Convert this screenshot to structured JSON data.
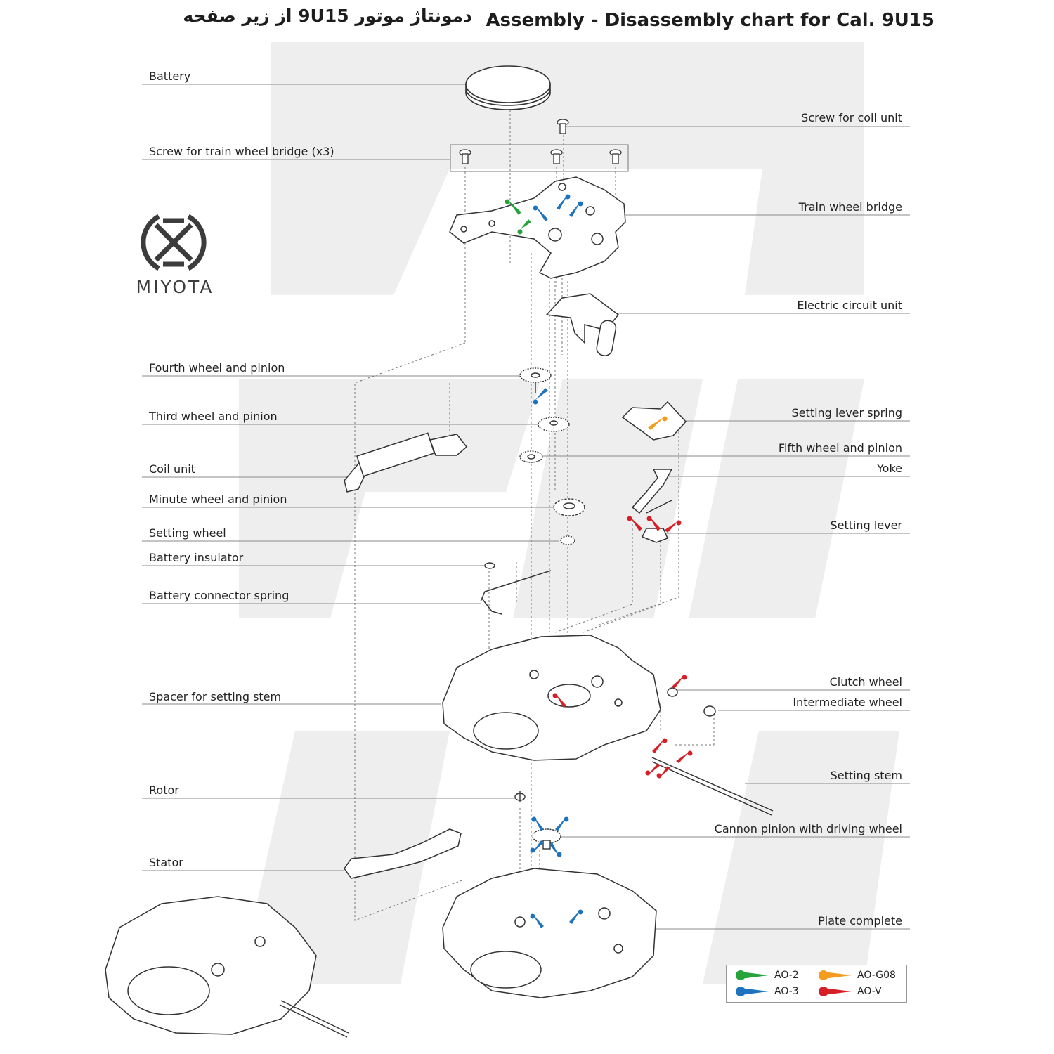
{
  "title_en": "Assembly - Disassembly chart for Cal. 9U15",
  "title_fa": "دمونتاژ موتور 9U15  از زیر صفحه",
  "logo": {
    "text": "MIYOTA",
    "icon": "miyota-logo-icon"
  },
  "labels_left": [
    "Battery",
    "Screw for train wheel bridge (x3)",
    "Fourth wheel and pinion",
    "Third wheel and pinion",
    "Coil unit",
    "Minute wheel and pinion",
    "Setting wheel",
    "Battery insulator",
    "Battery connector spring",
    "Spacer for setting stem",
    "Rotor",
    "Stator"
  ],
  "labels_right": [
    "Screw for coil unit",
    "Train wheel bridge",
    "Electric circuit unit",
    "Setting lever spring",
    "Fifth wheel and pinion",
    "Yoke",
    "Setting lever",
    "Clutch wheel",
    "Intermediate wheel",
    "Setting stem",
    "Cannon pinion with driving wheel",
    "Plate complete"
  ],
  "legend": [
    {
      "label": "AO-2",
      "color": "#27a33b",
      "icon": "oil-dropper-green-icon"
    },
    {
      "label": "AO-G08",
      "color": "#f39c1e",
      "icon": "oil-dropper-orange-icon"
    },
    {
      "label": "AO-3",
      "color": "#1e73be",
      "icon": "oil-dropper-blue-icon"
    },
    {
      "label": "AO-V",
      "color": "#d62027",
      "icon": "oil-dropper-red-icon"
    }
  ],
  "colors": {
    "line": "#8a8a8a",
    "part": "#333333",
    "watermark": "#ececec"
  }
}
